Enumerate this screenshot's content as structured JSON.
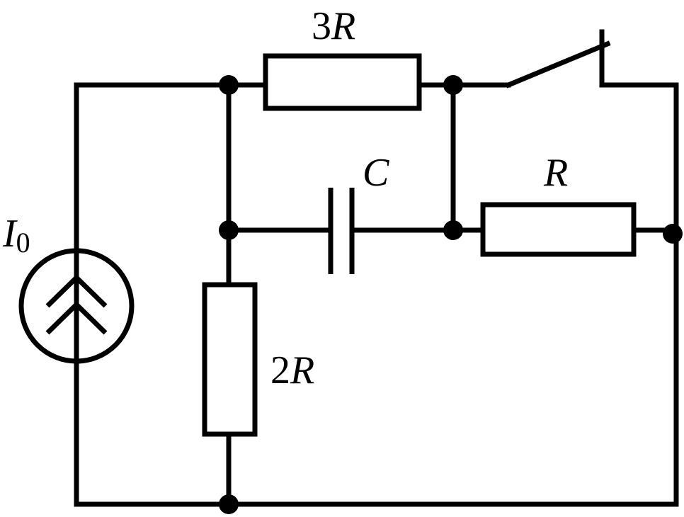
{
  "labels": {
    "current_source": {
      "symbol": "I",
      "subscript": "0"
    },
    "resistor_top": {
      "coefficient": "3",
      "symbol": "R"
    },
    "capacitor": {
      "symbol": "C"
    },
    "resistor_right": {
      "symbol": "R"
    },
    "resistor_left": {
      "coefficient": "2",
      "symbol": "R"
    }
  }
}
